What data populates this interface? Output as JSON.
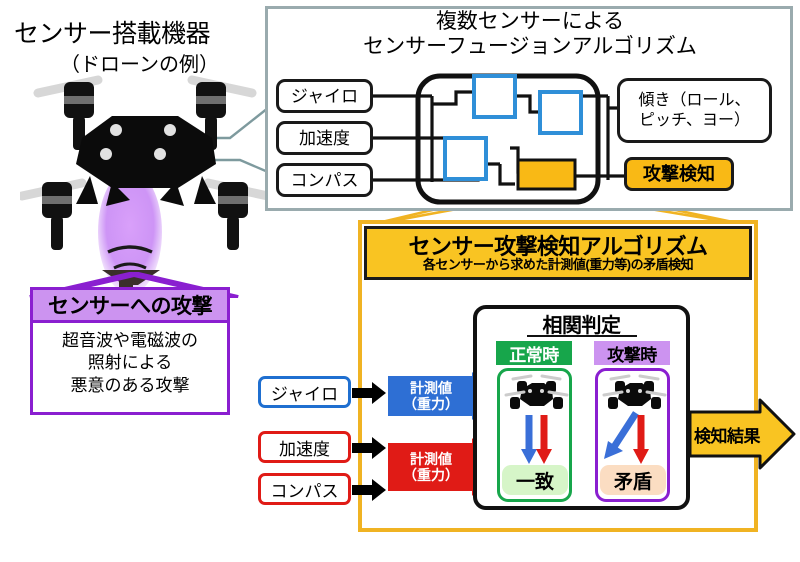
{
  "left": {
    "title": "センサー搭載機器",
    "subtitle": "（ドローンの例）",
    "drone_icon": "drone-icon",
    "beam_icon": "ultrasonic-beam-icon",
    "emitter_icon": "horn-emitter-icon"
  },
  "attack_panel": {
    "heading": "センサーへの攻撃",
    "body": "超音波や電磁波の\n照射による\n悪意のある攻撃",
    "body_lines": [
      "超音波や電磁波の",
      "照射による",
      "悪意のある攻撃"
    ],
    "accent": "#8A1FD0",
    "header_bg": "#CC93F0"
  },
  "fusion_panel": {
    "title_line1": "複数センサーによる",
    "title_line2": "センサーフュージョンアルゴリズム",
    "border_color": "#9aabae",
    "inputs": [
      {
        "label": "ジャイロ"
      },
      {
        "label": "加速度"
      },
      {
        "label": "コンパス"
      }
    ],
    "outputs": [
      {
        "label_line1": "傾き（ロール、",
        "label_line2": "ピッチ、ヨー）",
        "style": "plain"
      },
      {
        "label": "攻撃検知",
        "style": "amber",
        "color": "#F9B915"
      }
    ],
    "internal_blocks": [
      {
        "name": "filter-block-1",
        "color": "#2F8FD8"
      },
      {
        "name": "filter-block-2",
        "color": "#2F8FD8"
      },
      {
        "name": "filter-block-3",
        "color": "#2F8FD8"
      },
      {
        "name": "attack-detection-block",
        "color": "#F9B915"
      }
    ]
  },
  "detection_panel": {
    "heading": "センサー攻撃検知アルゴリズム",
    "subheading": "各センサーから求めた計測値(重力等)の矛盾検知",
    "border_color": "#F0B323",
    "header_bg": "#F9C422",
    "sensors": [
      {
        "label": "ジャイロ",
        "color": "#1F6FD0"
      },
      {
        "label": "加速度",
        "color": "#E01B16"
      },
      {
        "label": "コンパス",
        "color": "#E01B16"
      }
    ],
    "measurements": [
      {
        "line1": "計測値",
        "line2": "（重力）",
        "color": "#1F6FD0"
      },
      {
        "line1": "計測値",
        "line2": "（重力）",
        "color": "#E01B16"
      }
    ],
    "correlation": {
      "title": "相関判定",
      "cases": [
        {
          "badge": "正常時",
          "badge_bg": "#17A64B",
          "badge_fg": "#ffffff",
          "border": "#17A64B",
          "result": "一致",
          "result_bg": "#D6F5C8",
          "vectors": [
            {
              "name": "gravity-vector-blue",
              "color": "#3A6FD8",
              "tilt": 0
            },
            {
              "name": "gravity-vector-red",
              "color": "#E01B16",
              "tilt": 0
            }
          ]
        },
        {
          "badge": "攻撃時",
          "badge_bg": "#CC93F0",
          "badge_fg": "#000000",
          "border": "#8A1FD0",
          "result": "矛盾",
          "result_bg": "#FBDDC2",
          "vectors": [
            {
              "name": "gravity-vector-blue",
              "color": "#3A6FD8",
              "tilt": -32
            },
            {
              "name": "gravity-vector-red",
              "color": "#E01B16",
              "tilt": 0
            }
          ]
        }
      ]
    },
    "output": {
      "label": "検知結果",
      "color": "#F9C422"
    }
  }
}
